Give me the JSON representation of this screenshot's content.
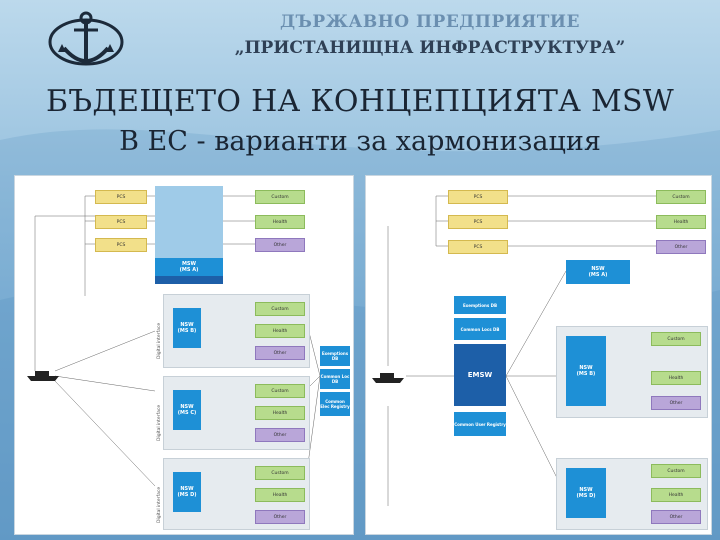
{
  "header": {
    "org_line_1": "ДЪРЖАВНО ПРЕДПРИЯТИЕ",
    "org_line_2": "„ПРИСТАНИЩНА ИНФРАСТРУКТУРА”",
    "title_line_1": "БЪДЕЩЕТО НА КОНЦЕПЦИЯТА MSW",
    "title_line_2": "В ЕС - варианти за хармонизация"
  },
  "left_diagram": {
    "systems": [
      "PCS",
      "PCS",
      "PCS"
    ],
    "authorities": [
      "Custom",
      "Health",
      "Other"
    ],
    "msw_labels": [
      "MSW\n(MS A)",
      "NSW\n(MS B)",
      "NSW\n(MS C)",
      "NSW\n(MS D)"
    ],
    "side_labels": [
      "Digital interface",
      "Digital interface",
      "Digital interface"
    ],
    "repo_boxes": [
      "Exemptions DB",
      "Common Loc DB",
      "Common Elec Registry"
    ]
  },
  "right_diagram": {
    "systems": [
      "PCS",
      "PCS",
      "PCS"
    ],
    "authorities": [
      "Custom",
      "Health",
      "Other"
    ],
    "msw_labels": [
      "NSW\n(MS A)",
      "NSW\n(MS B)",
      "NSW\n(MS D)"
    ],
    "central_boxes": [
      "Exemptions DB",
      "Common Locs DB",
      "EMSW",
      "Common User Registry"
    ],
    "emsw_label": "EMSW"
  },
  "colors": {
    "system": "#f2e08a",
    "customs": "#b7dc8d",
    "other": "#b9a6d9",
    "msw": "#1e90d6",
    "emsw": "#1d5fa8"
  }
}
